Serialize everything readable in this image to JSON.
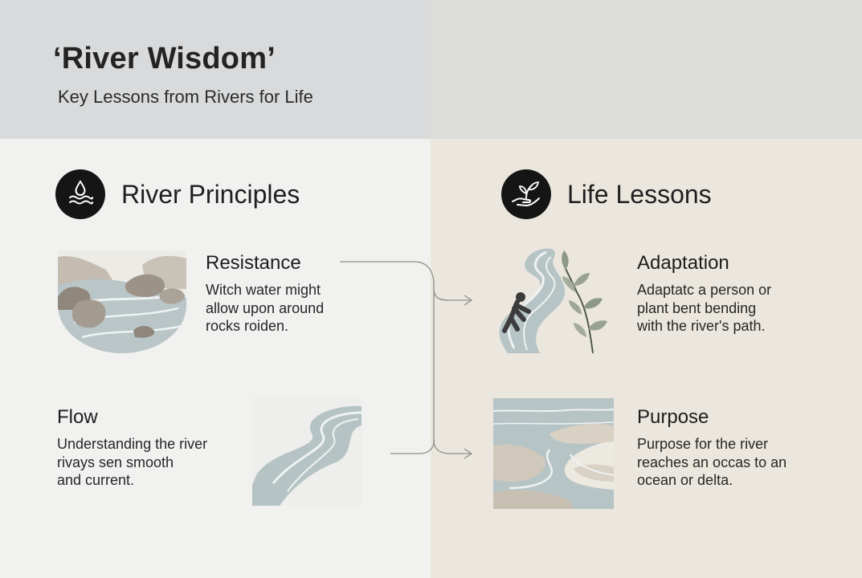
{
  "header": {
    "title": "‘River Wisdom’",
    "subtitle": "Key Lessons from Rivers for Life"
  },
  "sections": {
    "principles": {
      "title": "River Principles",
      "icon": "water-drop-icon",
      "items": [
        {
          "title": "Resistance",
          "desc": [
            "Witch water might",
            "allow upon around",
            "rocks roiden."
          ]
        },
        {
          "title": "Flow",
          "desc": [
            "Understanding the river",
            "rivays sen smooth",
            "and current."
          ]
        }
      ]
    },
    "lessons": {
      "title": "Life Lessons",
      "icon": "hand-plant-icon",
      "items": [
        {
          "title": "Adaptation",
          "desc": [
            "Adaptatc a person or",
            "plant bent bending",
            "with the river's path."
          ]
        },
        {
          "title": "Purpose",
          "desc": [
            "Purpose for the river",
            "reaches an occas to an",
            "ocean or delta."
          ]
        }
      ]
    }
  },
  "colors": {
    "left_panel": "#f1f1f0",
    "right_panel": "#ebe7de",
    "header_left": "#d8dadc",
    "header_right": "#dcdcd8",
    "water": "#b8c4c6",
    "rock": "#aaa398",
    "icon_circle": "#151515"
  }
}
